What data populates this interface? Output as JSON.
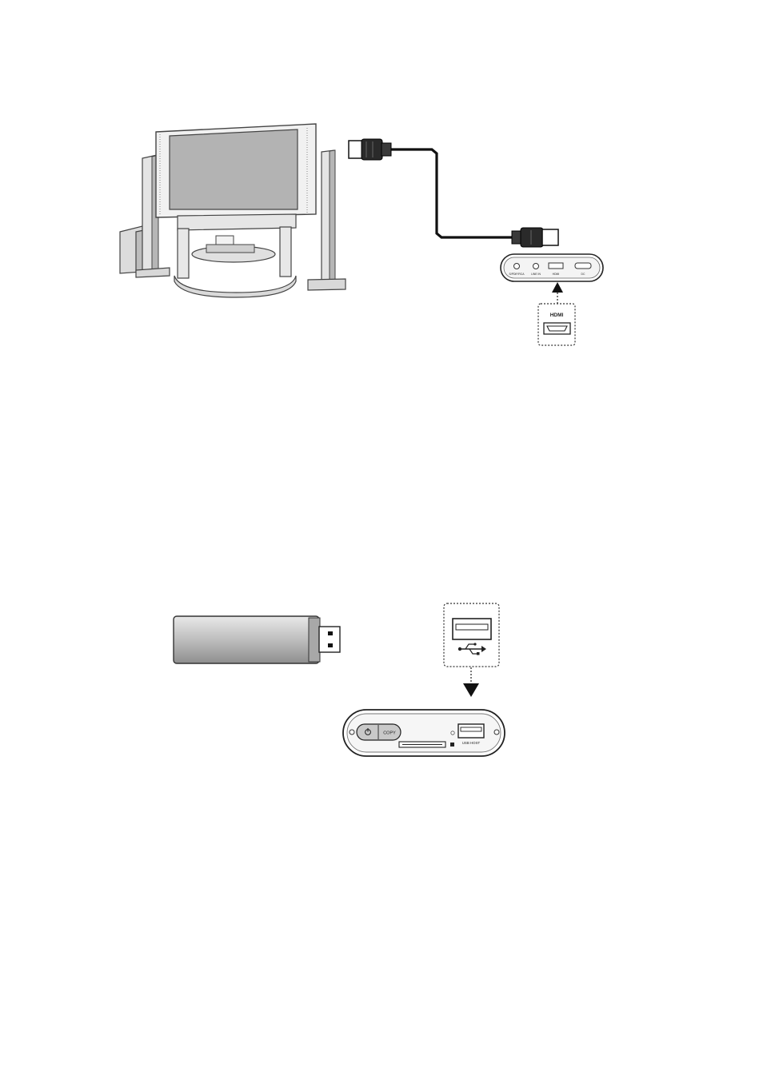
{
  "figure1": {
    "player_rear_ports": [
      "S/PDIF/RCA",
      "LINE IN",
      "HDMI",
      "DC"
    ],
    "hdmi_callout_label": "HDMI"
  },
  "figure2": {
    "front_copy_button": "COPY",
    "usb_host_label": "USB HOST"
  }
}
